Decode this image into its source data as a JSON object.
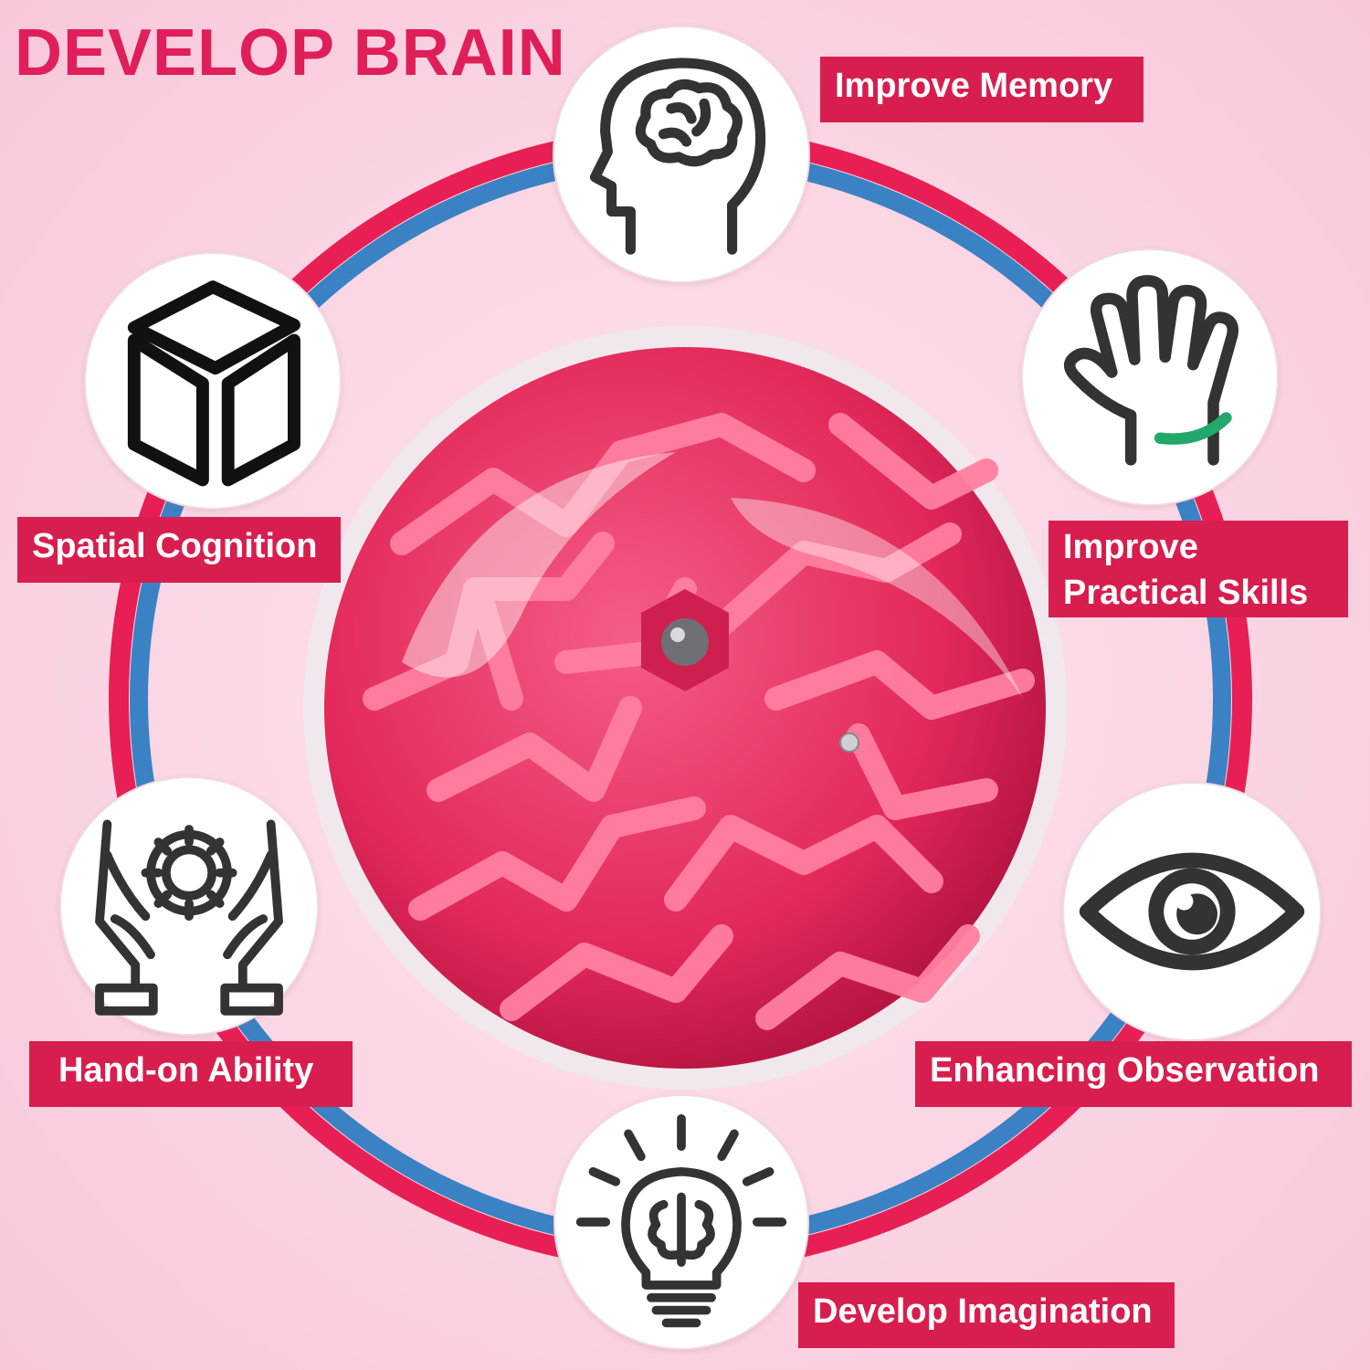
{
  "headline": "DEVELOP BRAIN",
  "colors": {
    "accent": "#e01e5a",
    "label_bg": "#d81e4e",
    "ring_red": "#e81f54",
    "ring_blue": "#3b82c4",
    "icon_stroke": "#333333",
    "wrist_band": "#21a86b",
    "maze_ball": "#e8335f"
  },
  "benefits": [
    {
      "label": "Improve Memory",
      "icon": "head-brain-icon"
    },
    {
      "label": "Improve\nPractical  Skills",
      "icon": "hand-icon"
    },
    {
      "label": "Enhancing Observation",
      "icon": "eye-icon"
    },
    {
      "label": "Develop Imagination",
      "icon": "lightbulb-brain-icon"
    },
    {
      "label": "Hand-on Ability",
      "icon": "hands-gear-icon"
    },
    {
      "label": "Spatial Cognition",
      "icon": "cube-icon"
    }
  ],
  "product": {
    "icon": "maze-ball-icon"
  }
}
